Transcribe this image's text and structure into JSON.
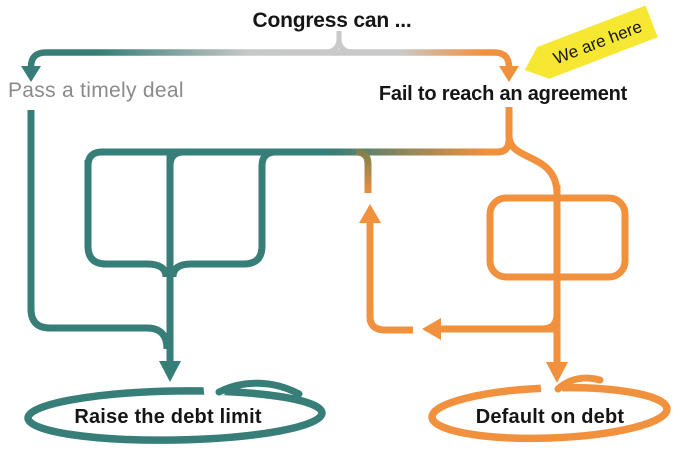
{
  "diagram": {
    "title": "Congress can ...",
    "branches": {
      "left": {
        "label": "Pass a timely deal"
      },
      "right": {
        "label": "Fail to reach an agreement"
      }
    },
    "marker": {
      "label": "We are here"
    },
    "outcomes": {
      "left": {
        "label": "Raise the debt limit"
      },
      "right": {
        "label": "Default on debt"
      }
    },
    "colors": {
      "teal": "#377E78",
      "orange": "#F2913D",
      "silver": "#C9C9C9",
      "gray_text": "#8A8A8A",
      "yellow": "#F6E832",
      "text_black": "#151515",
      "background": "#FFFFFF"
    }
  }
}
